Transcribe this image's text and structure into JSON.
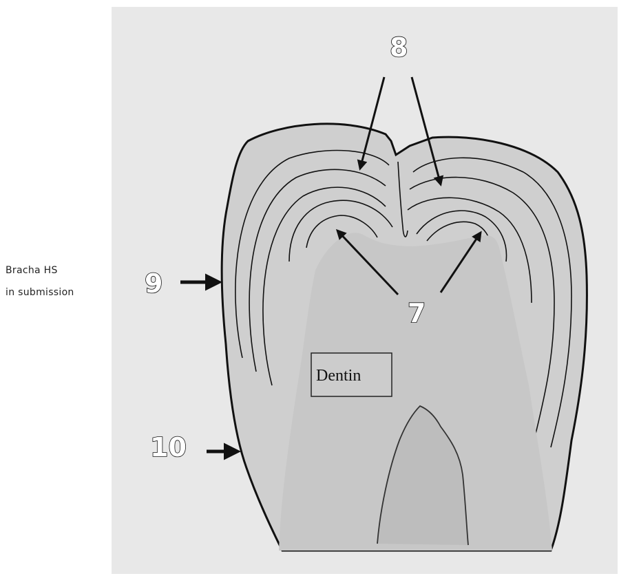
{
  "credit": {
    "line1": "Bracha HS",
    "line2": "in submission"
  },
  "labels": {
    "n7": "7",
    "n8": "8",
    "n9": "9",
    "n10": "10",
    "dentin": "Dentin"
  }
}
